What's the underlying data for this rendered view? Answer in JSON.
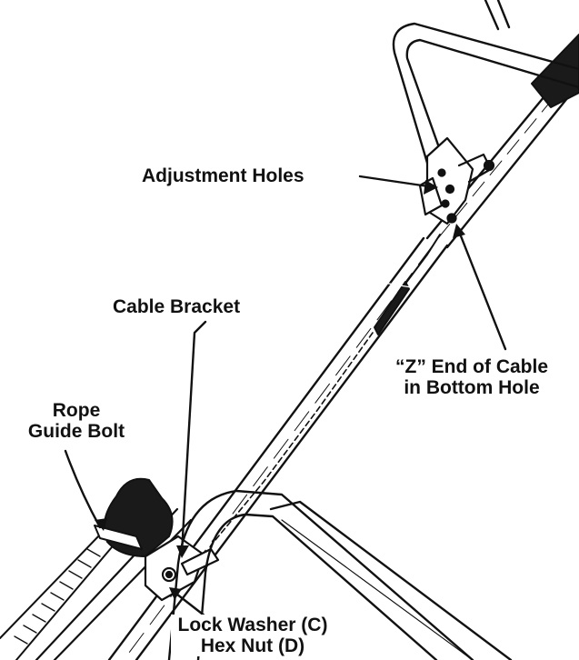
{
  "colors": {
    "ink": "#111111",
    "paper": "#ffffff",
    "grip": "#1a1a1a"
  },
  "labels": {
    "adjustment_holes": "Adjustment Holes",
    "cable_bracket": "Cable Bracket",
    "z_end_line1": "“Z” End of Cable",
    "z_end_line2": "in Bottom Hole",
    "rope_guide_line1": "Rope",
    "rope_guide_line2": "Guide Bolt",
    "lock_washer": "Lock Washer (C)",
    "hex_nut": "Hex Nut (D)"
  }
}
